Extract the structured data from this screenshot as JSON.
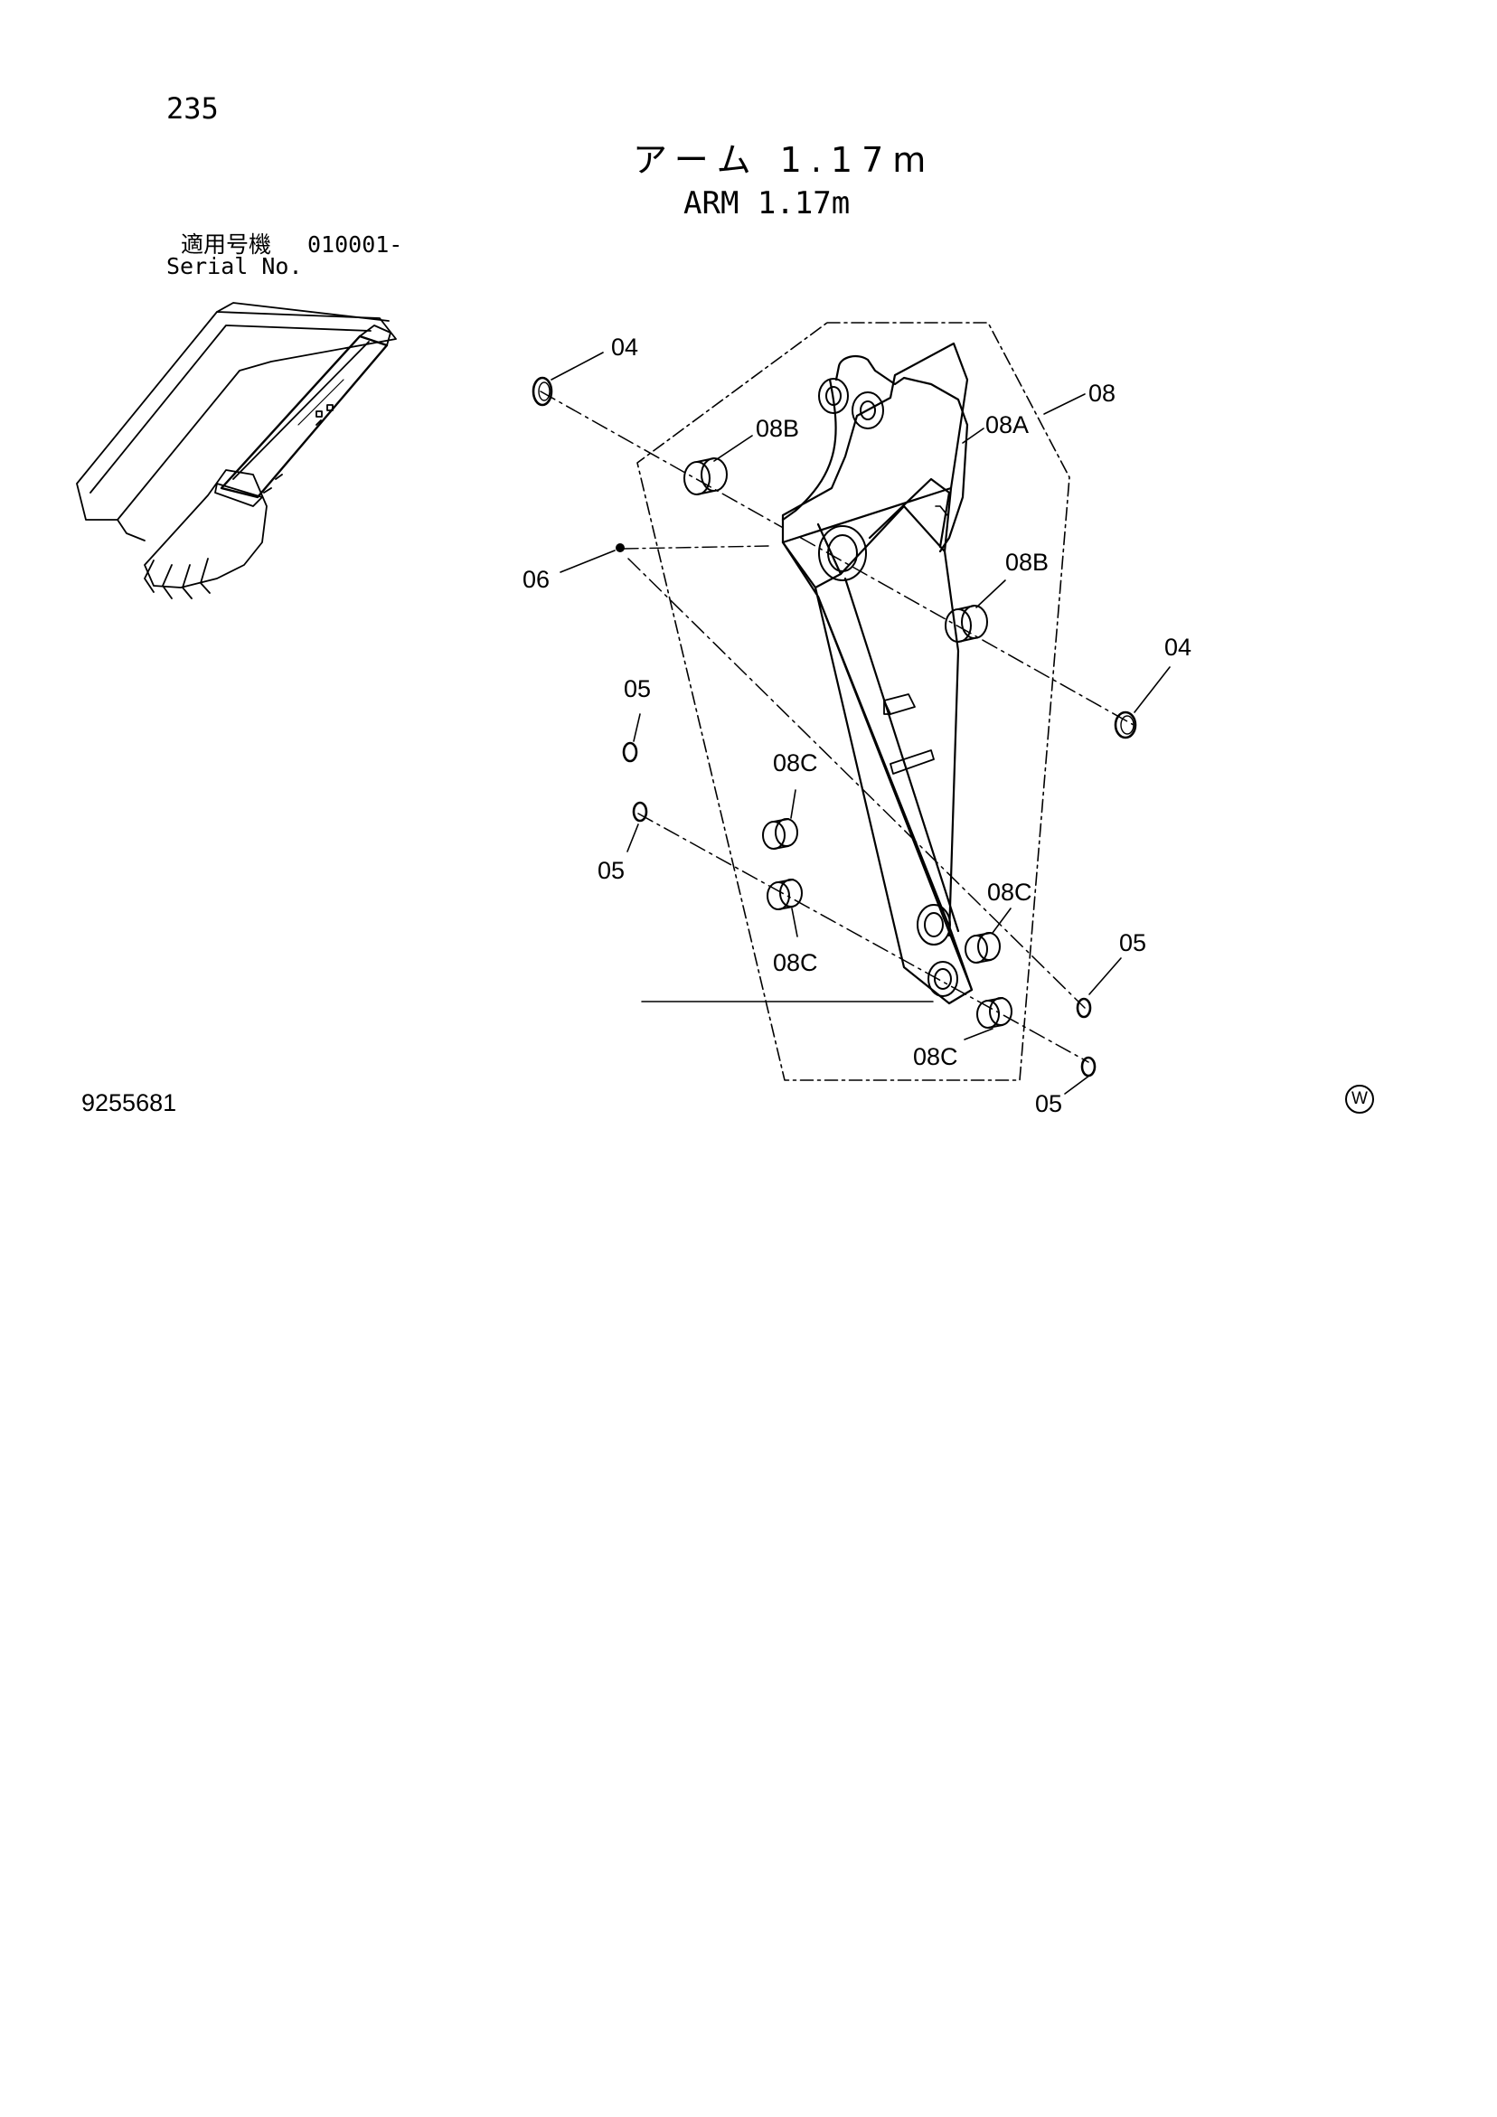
{
  "page_number": "235",
  "title_jp": "アーム 1.17m",
  "title_en": "ARM 1.17m",
  "serial_label_jp": "適用号機",
  "serial_value": "010001-",
  "serial_label_en": "Serial No.",
  "drawing_number": "9255681",
  "corner_mark": "W",
  "part_labels": {
    "p04_top": "04",
    "p08": "08",
    "p08A": "08A",
    "p08B_top": "08B",
    "p06": "06",
    "p08B_right": "08B",
    "p04_right": "04",
    "p05_left_top": "05",
    "p08C_left_top": "08C",
    "p05_left_bottom": "05",
    "p08C_left_bottom": "08C",
    "p08C_right_top": "08C",
    "p05_right_top": "05",
    "p08C_right_bottom": "08C",
    "p05_right_bottom": "05"
  }
}
